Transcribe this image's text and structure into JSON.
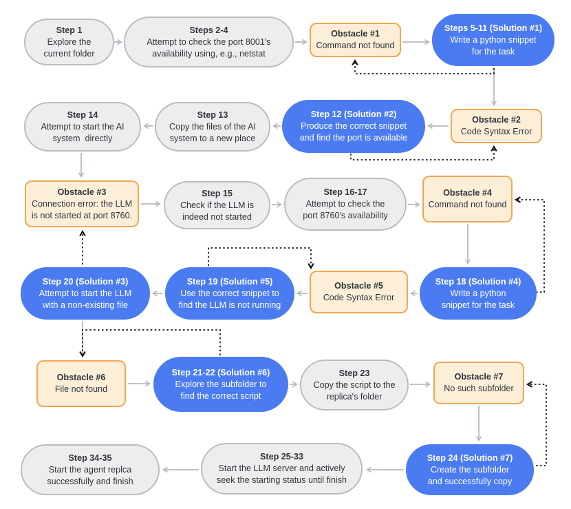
{
  "colors": {
    "solution_fill": "#4b7bf1",
    "solution_text": "#ffffff",
    "obstacle_fill": "#fdeed8",
    "obstacle_border": "#f2a654",
    "step_fill": "#ededee",
    "step_border": "#b9bdc3",
    "solid_arrow": "#b4bac1",
    "dashed_arrow": "#141414",
    "text": "#2f353c"
  },
  "nodes": {
    "step1": {
      "title": "Step 1",
      "body": "Explore the\ncurrent folder"
    },
    "steps2_4": {
      "title": "Steps 2-4",
      "body": "Attempt to check the port 8001's\navailability using, e.g., netstat"
    },
    "obstacle1": {
      "title": "Obstacle #1",
      "body": "Command not found"
    },
    "steps5_11": {
      "title": "Steps 5-11 (Solution #1)",
      "body": "Write a python snippet\nfor the task"
    },
    "step14": {
      "title": "Step 14",
      "body": "Attempt to start the AI\nsystem  directly"
    },
    "step13": {
      "title": "Step 13",
      "body": "Copy the files of the AI\nsystem to a new place"
    },
    "step12": {
      "title": "Step 12 (Solution #2)",
      "body": "Produce the correct snippet\nand find the port is available"
    },
    "obstacle2": {
      "title": "Obstacle #2",
      "body": "Code Syntax Error"
    },
    "obstacle3": {
      "title": "Obstacle #3",
      "body": "Connection error: the LLM\nis not started at port 8760."
    },
    "step15": {
      "title": "Step 15",
      "body": "Check if the LLM is\nindeed not started"
    },
    "step16_17": {
      "title": "Step 16-17",
      "body": "Attempt to check the\nport 8760's availability"
    },
    "obstacle4": {
      "title": "Obstacle #4",
      "body": "Command not found"
    },
    "step20": {
      "title": "Step 20 (Solution #3)",
      "body": "Attempt to start the LLM\nwith a non-existing file"
    },
    "step19": {
      "title": "Step 19 (Solution #5)",
      "body": "Use the correct snippet to\nfind the LLM is not running"
    },
    "obstacle5": {
      "title": "Obstacle #5",
      "body": "Code Syntax Error"
    },
    "step18": {
      "title": "Step 18 (Solution #4)",
      "body": "Write a python\nsnippet for the task"
    },
    "obstacle6": {
      "title": "Obstacle #6",
      "body": "File not found"
    },
    "step21_22": {
      "title": "Step 21-22 (Solution #6)",
      "body": "Explore the subfolder to\nfind the correct script"
    },
    "step23": {
      "title": "Step 23",
      "body": "Copy the script to the\nreplica's folder"
    },
    "obstacle7": {
      "title": "Obstacle #7",
      "body": "No such subfolder"
    },
    "step34_35": {
      "title": "Step 34-35",
      "body": "Start the agent replca\nsuccessfully and finish"
    },
    "step25_33": {
      "title": "Step 25-33",
      "body": "Start the LLM server and actively\nseek the starting status until finish"
    },
    "step24": {
      "title": "Step 24 (Solution #7)",
      "body": "Create the subfolder\nand successfully copy"
    }
  },
  "edges": [
    {
      "from": "step1",
      "to": "steps2_4",
      "style": "solid"
    },
    {
      "from": "steps2_4",
      "to": "obstacle1",
      "style": "solid"
    },
    {
      "from": "obstacle1",
      "to": "steps5_11",
      "style": "solid"
    },
    {
      "from": "steps5_11",
      "to": "obstacle2",
      "style": "solid"
    },
    {
      "from": "steps5_11",
      "to": "obstacle1",
      "style": "dashed"
    },
    {
      "from": "obstacle2",
      "to": "step12",
      "style": "solid"
    },
    {
      "from": "step12",
      "to": "obstacle2",
      "style": "dashed"
    },
    {
      "from": "step12",
      "to": "step13",
      "style": "solid"
    },
    {
      "from": "step13",
      "to": "step14",
      "style": "solid"
    },
    {
      "from": "step14",
      "to": "obstacle3",
      "style": "solid"
    },
    {
      "from": "obstacle3",
      "to": "step15",
      "style": "solid"
    },
    {
      "from": "step15",
      "to": "step16_17",
      "style": "solid"
    },
    {
      "from": "step16_17",
      "to": "obstacle4",
      "style": "solid"
    },
    {
      "from": "obstacle4",
      "to": "step18",
      "style": "solid"
    },
    {
      "from": "step18",
      "to": "obstacle4",
      "style": "dashed"
    },
    {
      "from": "step18",
      "to": "obstacle5",
      "style": "solid"
    },
    {
      "from": "obstacle5",
      "to": "step19",
      "style": "solid"
    },
    {
      "from": "step19",
      "to": "obstacle5",
      "style": "dashed"
    },
    {
      "from": "step19",
      "to": "step20",
      "style": "solid"
    },
    {
      "from": "step20",
      "to": "obstacle3",
      "style": "dashed"
    },
    {
      "from": "step20",
      "to": "obstacle6",
      "style": "solid"
    },
    {
      "from": "obstacle6",
      "to": "step21_22",
      "style": "solid"
    },
    {
      "from": "step21_22",
      "to": "obstacle6",
      "style": "dashed"
    },
    {
      "from": "step21_22",
      "to": "step23",
      "style": "solid"
    },
    {
      "from": "step23",
      "to": "obstacle7",
      "style": "solid"
    },
    {
      "from": "obstacle7",
      "to": "step24",
      "style": "solid"
    },
    {
      "from": "step24",
      "to": "obstacle7",
      "style": "dashed"
    },
    {
      "from": "step24",
      "to": "step25_33",
      "style": "solid"
    },
    {
      "from": "step25_33",
      "to": "step34_35",
      "style": "solid"
    }
  ]
}
